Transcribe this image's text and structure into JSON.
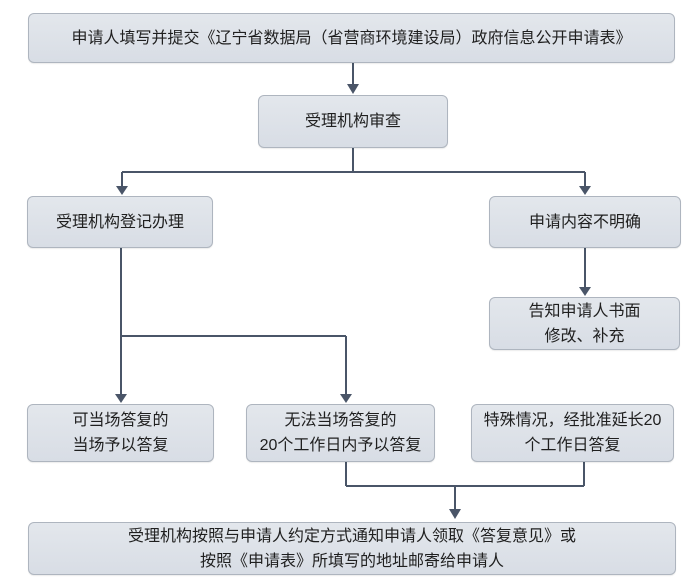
{
  "colors": {
    "box_fill": "#dde2e9",
    "box_border": "#aeb5bf",
    "connector": "#4a5568",
    "text": "#1f1f1f",
    "background": "#ffffff"
  },
  "nodes": {
    "submit": {
      "label": "申请人填写并提交《辽宁省数据局（省营商环境建设局）政府信息公开申请表》"
    },
    "review": {
      "label": "受理机构审查"
    },
    "register": {
      "label": "受理机构登记办理"
    },
    "unclear": {
      "label": "申请内容不明确"
    },
    "notify_amend": {
      "label": "告知申请人书面\n修改、补充"
    },
    "onsite_reply": {
      "label": "可当场答复的\n当场予以答复"
    },
    "reply_20_days": {
      "label": "无法当场答复的\n20个工作日内予以答复"
    },
    "extend_20_days": {
      "label": "特殊情况，经批准延长20\n个工作日答复"
    },
    "final_notify": {
      "label": "受理机构按照与申请人约定方式通知申请人领取《答复意见》或\n按照《申请表》所填写的地址邮寄给申请人"
    }
  }
}
